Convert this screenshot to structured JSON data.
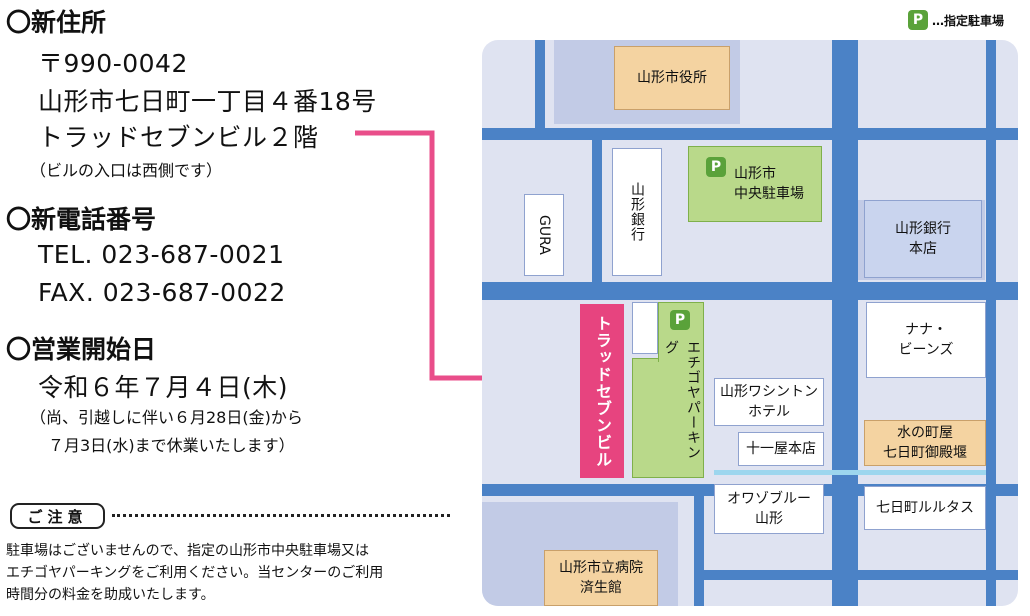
{
  "address": {
    "heading": "〇新住所",
    "postal": "〒990-0042",
    "line1": "山形市七日町一丁目４番18号",
    "line2": "トラッドセブンビル２階",
    "entrance_note": "（ビルの入口は西側です）"
  },
  "phone": {
    "heading": "〇新電話番号",
    "tel": "TEL. 023-687-0021",
    "fax": "FAX. 023-687-0022"
  },
  "opening": {
    "heading": "〇営業開始日",
    "date": "令和６年７月４日(木)",
    "note1": "（尚、引越しに伴い６月28日(金)から",
    "note2": "７月3日(水)まで休業いたします）"
  },
  "notice": {
    "label": "ご注意",
    "lines": [
      "駐車場はございませんので、指定の山形市中央駐車場又は",
      "エチゴヤパーキングをご利用ください。当センターのご利用",
      "時間分の料金を助成いたします。"
    ]
  },
  "legend": {
    "badge": "P",
    "text": "…指定駐車場"
  },
  "map": {
    "city_hall": "山形市役所",
    "yamagata_bank": "山形銀行",
    "gura": "GURA",
    "central_parking": [
      "山形市",
      "中央駐車場"
    ],
    "bank_head_office": [
      "山形銀行",
      "本店"
    ],
    "trad_seven": "トラッドセブンビル",
    "echigoya_parking": "エチゴヤパーキング",
    "nana_beans": [
      "ナナ・",
      "ビーンズ"
    ],
    "washington_hotel": [
      "山形ワシントン",
      "ホテル"
    ],
    "jujiya": "十一屋本店",
    "mizunomachiya": [
      "水の町屋",
      "七日町御殿堰"
    ],
    "owazo": [
      "オワゾブルー",
      "山形"
    ],
    "rurutasu": "七日町ルルタス",
    "hospital": [
      "山形市立病院",
      "済生館"
    ],
    "parking_badge": "P"
  },
  "colors": {
    "arrow": "#e94e8a",
    "road": "#4b82c6",
    "parking_green": "#5aa23a"
  }
}
